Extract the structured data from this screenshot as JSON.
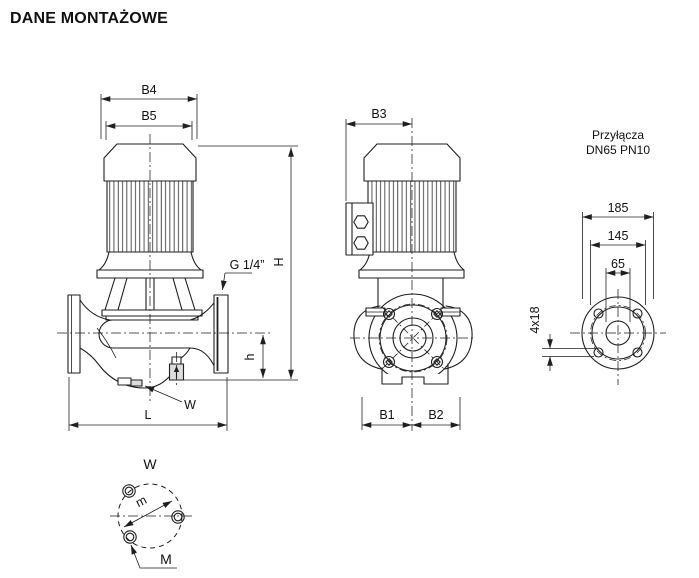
{
  "page": {
    "title": "DANE MONTAŻOWE"
  },
  "front_view": {
    "dim_b4": "B4",
    "dim_b5": "B5",
    "label_g_quarter": "G 1/4”",
    "dim_height_total": "H",
    "dim_height_port": "h",
    "dim_length": "L",
    "detail_ref": "W"
  },
  "side_view": {
    "dim_b3": "B3",
    "dim_b1": "B1",
    "dim_b2": "B2"
  },
  "flange_view": {
    "heading_line1": "Przyłącza",
    "heading_line2": "DN65 PN10",
    "dim_flange_od": "185",
    "dim_bolt_circle": "145",
    "dim_bore": "65",
    "dim_bolt_holes": "4x18"
  },
  "detail_w": {
    "title": "W",
    "dim_m": "m",
    "label_m_bolt": "M"
  }
}
